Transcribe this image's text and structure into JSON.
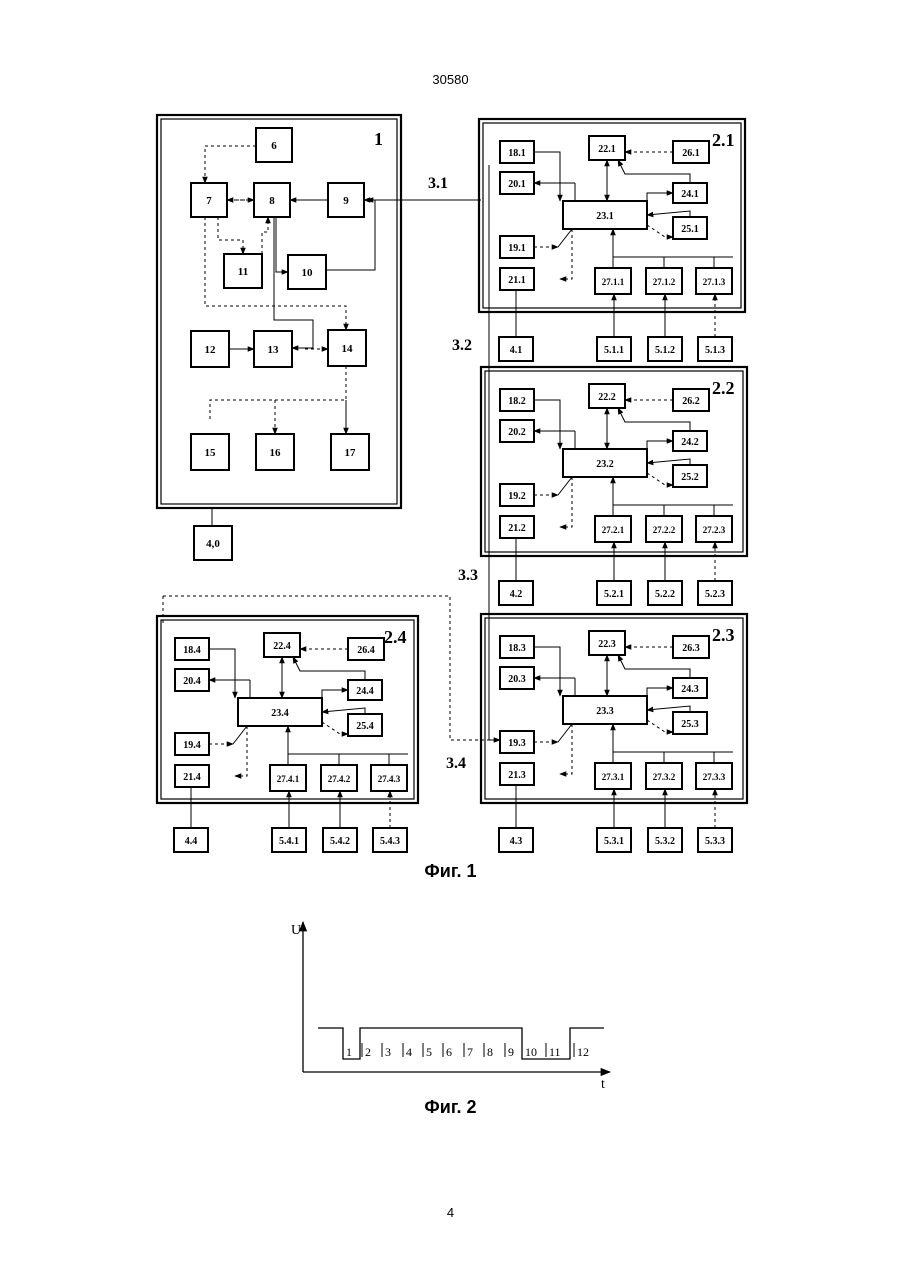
{
  "page": {
    "header_number": "30580",
    "footer_number": "4"
  },
  "fig1": {
    "caption": "Фиг. 1",
    "central_unit": {
      "label": "1",
      "blocks": [
        "6",
        "7",
        "8",
        "9",
        "10",
        "11",
        "12",
        "13",
        "14",
        "15",
        "16",
        "17"
      ],
      "external": "4,0"
    },
    "channel_labels": [
      "3.1",
      "3.2",
      "3.3",
      "3.4"
    ],
    "subsystems": [
      {
        "label": "2.1",
        "blocks": [
          "18.1",
          "20.1",
          "19.1",
          "21.1",
          "22.1",
          "26.1",
          "23.1",
          "24.1",
          "25.1",
          "27.1.1",
          "27.1.2",
          "27.1.3"
        ],
        "external": [
          "4.1",
          "5.1.1",
          "5.1.2",
          "5.1.3"
        ]
      },
      {
        "label": "2.2",
        "blocks": [
          "18.2",
          "20.2",
          "19.2",
          "21.2",
          "22.2",
          "26.2",
          "23.2",
          "24.2",
          "25.2",
          "27.2.1",
          "27.2.2",
          "27.2.3"
        ],
        "external": [
          "4.2",
          "5.2.1",
          "5.2.2",
          "5.2.3"
        ]
      },
      {
        "label": "2.3",
        "blocks": [
          "18.3",
          "20.3",
          "19.3",
          "21.3",
          "22.3",
          "26.3",
          "23.3",
          "24.3",
          "25.3",
          "27.3.1",
          "27.3.2",
          "27.3.3"
        ],
        "external": [
          "4.3",
          "5.3.1",
          "5.3.2",
          "5.3.3"
        ]
      },
      {
        "label": "2.4",
        "blocks": [
          "18.4",
          "20.4",
          "19.4",
          "21.4",
          "22.4",
          "26.4",
          "23.4",
          "24.4",
          "25.4",
          "27.4.1",
          "27.4.2",
          "27.4.3"
        ],
        "external": [
          "4.4",
          "5.4.1",
          "5.4.2",
          "5.4.3"
        ]
      }
    ]
  },
  "fig2": {
    "caption": "Фиг. 2",
    "y_axis_label": "U",
    "x_axis_label": "t",
    "slot_labels": [
      "1",
      "2",
      "3",
      "4",
      "5",
      "6",
      "7",
      "8",
      "9",
      "10",
      "11",
      "12"
    ]
  }
}
